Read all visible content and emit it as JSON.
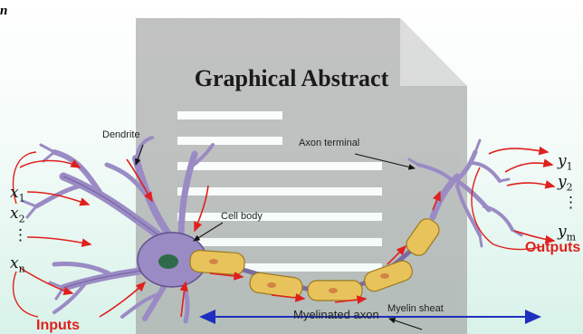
{
  "corner_label": "n",
  "title": "Graphical Abstract",
  "labels": {
    "dendrite": "Dendrite",
    "axon_terminal": "Axon terminal",
    "cell_body": "Cell body",
    "myelin_sheath": "Myelin sheat",
    "myelinated_axon": "Myelinated axon",
    "inputs": "Inputs",
    "outputs": "Outputs"
  },
  "inputs": [
    {
      "base": "x",
      "sub": "1"
    },
    {
      "base": "x",
      "sub": "2"
    },
    {
      "base": "⋮",
      "sub": ""
    },
    {
      "base": "x",
      "sub": "n"
    }
  ],
  "outputs": [
    {
      "base": "y",
      "sub": "1"
    },
    {
      "base": "y",
      "sub": "2"
    },
    {
      "base": "⋮",
      "sub": ""
    },
    {
      "base": "y",
      "sub": "m"
    }
  ],
  "colors": {
    "neuron": "#9b8bc4",
    "neuron_edge": "#5e4f8d",
    "myelin": "#e8c35c",
    "nucleus": "#2f6b4a",
    "signal_arrow": "#e0201c",
    "axon_arrow": "#1f2fbf",
    "document_gray": "#9e9e9e",
    "background_gradient": "#d8f2e9"
  }
}
